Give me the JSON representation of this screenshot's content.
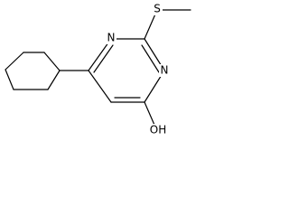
{
  "molecule": {
    "atoms": {
      "n_top": "N",
      "n_right": "N",
      "sulfur": "S",
      "hydroxyl": "OH"
    },
    "ring_color": "#000000",
    "background": "#ffffff"
  }
}
